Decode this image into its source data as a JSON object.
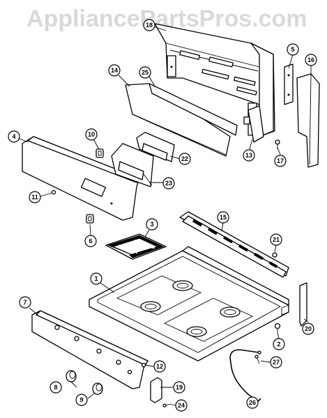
{
  "watermark": "AppliancePartsPros.com",
  "callouts": [
    {
      "id": "18",
      "label": "18"
    },
    {
      "id": "5",
      "label": "5"
    },
    {
      "id": "16",
      "label": "16"
    },
    {
      "id": "14",
      "label": "14"
    },
    {
      "id": "25",
      "label": "25"
    },
    {
      "id": "4",
      "label": "4"
    },
    {
      "id": "10",
      "label": "10"
    },
    {
      "id": "22",
      "label": "22"
    },
    {
      "id": "23",
      "label": "23"
    },
    {
      "id": "13",
      "label": "13"
    },
    {
      "id": "17",
      "label": "17"
    },
    {
      "id": "11",
      "label": "11"
    },
    {
      "id": "6",
      "label": "6"
    },
    {
      "id": "3",
      "label": "3"
    },
    {
      "id": "15",
      "label": "15"
    },
    {
      "id": "21",
      "label": "21"
    },
    {
      "id": "1",
      "label": "1"
    },
    {
      "id": "7",
      "label": "7"
    },
    {
      "id": "2",
      "label": "2"
    },
    {
      "id": "20",
      "label": "20"
    },
    {
      "id": "27",
      "label": "27"
    },
    {
      "id": "12",
      "label": "12"
    },
    {
      "id": "19",
      "label": "19"
    },
    {
      "id": "8",
      "label": "8"
    },
    {
      "id": "9",
      "label": "9"
    },
    {
      "id": "24",
      "label": "24"
    },
    {
      "id": "26",
      "label": "26"
    }
  ]
}
